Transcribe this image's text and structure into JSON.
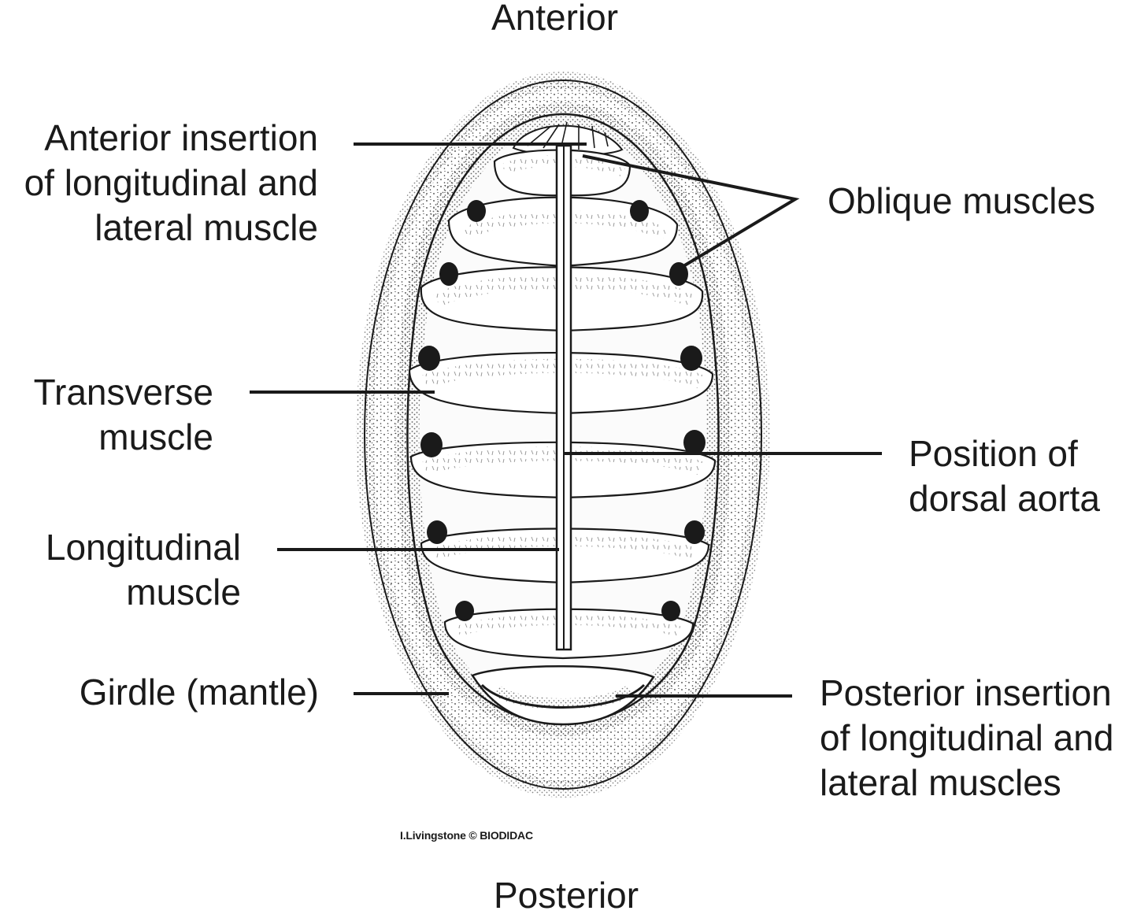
{
  "orientation": {
    "top": "Anterior",
    "bottom": "Posterior"
  },
  "labels": {
    "anterior_insertion": [
      "Anterior insertion",
      "of longitudinal and",
      "lateral muscle"
    ],
    "oblique": "Oblique muscles",
    "transverse": [
      "Transverse",
      "muscle"
    ],
    "dorsal_aorta": [
      "Position of",
      "dorsal aorta"
    ],
    "longitudinal": [
      "Longitudinal",
      "muscle"
    ],
    "girdle": "Girdle (mantle)",
    "posterior_insertion": [
      "Posterior insertion",
      "of longitudinal and",
      "lateral muscles"
    ]
  },
  "credit": "I.Livingstone © BIODIDAC",
  "colors": {
    "ink": "#1a1a1a",
    "stipple": "#2a2a2a",
    "paper": "#ffffff"
  }
}
